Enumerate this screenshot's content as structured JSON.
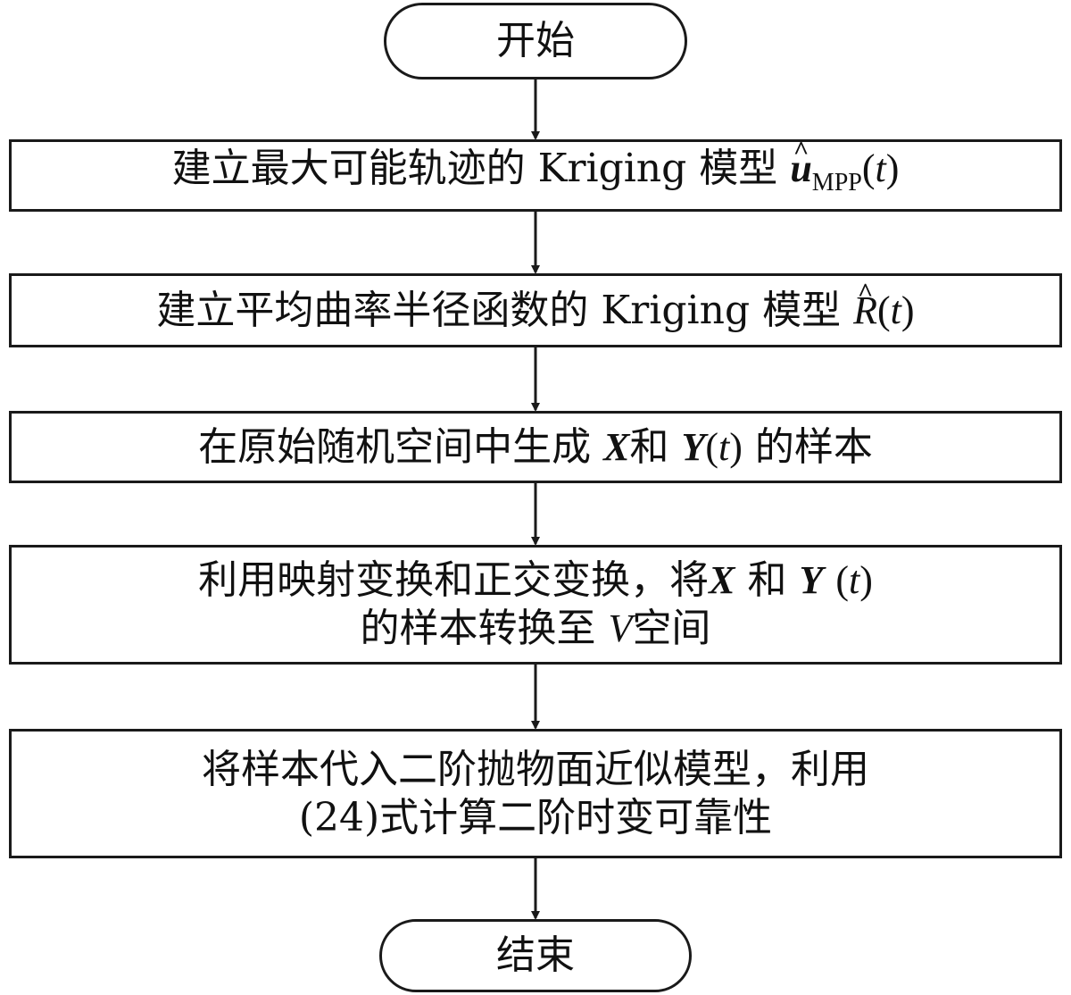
{
  "diagram": {
    "start": "开始",
    "step1": {
      "text": "建立最大可能轨迹的 Kriging 模型",
      "symbol": "u",
      "subscript": "MPP",
      "arg_open": "(",
      "arg": "t",
      "arg_close": ")"
    },
    "step2": {
      "text": "建立平均曲率半径函数的 Kriging 模型",
      "symbol": "R",
      "arg_open": "(",
      "arg": "t",
      "arg_close": ")"
    },
    "step3": {
      "text_a": "在原始随机空间中生成",
      "var_x": "X",
      "conj": "和",
      "var_y": "Y",
      "arg_open": "(",
      "arg": "t",
      "arg_close": ")",
      "text_b": "的样本"
    },
    "step4": {
      "line1_text": "利用映射变换和正交变换，将",
      "var_x": "X",
      "conj": " 和 ",
      "var_y": "Y",
      "arg_open": "(",
      "arg": "t",
      "arg_close": ")",
      "line2_text": "的样本转换至",
      "var_v": "V",
      "line2_end": "空间"
    },
    "step5": {
      "line1": "将样本代入二阶抛物面近似模型，利用",
      "line2": "(24)式计算二阶时变可靠性"
    },
    "end": "结束"
  }
}
